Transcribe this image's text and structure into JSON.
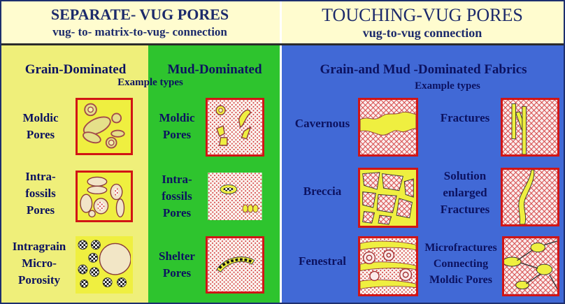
{
  "header": {
    "left_title": "SEPARATE- VUG PORES",
    "left_subtitle": "vug- to- matrix-to-vug- connection",
    "right_title": "TOUCHING-VUG PORES",
    "right_subtitle": "vug-to-vug connection"
  },
  "columns": {
    "grain_dominated": {
      "title": "Grain-Dominated",
      "example_types": "Example types",
      "items": [
        [
          "Moldic",
          "Pores"
        ],
        [
          "Intra-",
          "fossils",
          "Pores"
        ],
        [
          "Intragrain",
          "Micro-",
          "Porosity"
        ]
      ]
    },
    "mud_dominated": {
      "title": "Mud-Dominated",
      "items": [
        [
          "Moldic",
          "Pores"
        ],
        [
          "Intra-",
          "fossils",
          "Pores"
        ],
        [
          "Shelter",
          "Pores"
        ]
      ]
    },
    "touching": {
      "title": "Grain-and Mud -Dominated Fabrics",
      "example_types": "Example types",
      "left_items": [
        [
          "Cavernous"
        ],
        [
          "Breccia"
        ],
        [
          "Fenestral"
        ]
      ],
      "right_items": [
        [
          "Fractures"
        ],
        [
          "Solution",
          "enlarged",
          "Fractures"
        ],
        [
          "Microfractures",
          "Connecting",
          "Moldic Pores"
        ]
      ]
    }
  },
  "colors": {
    "grain_bg": "#efef7a",
    "mud_bg": "#2ec42e",
    "touching_bg": "#4169d6",
    "header_bg": "#fffccf",
    "tile_border": "#d11515",
    "text": "#0c1260",
    "pore_fill": "#efef40"
  }
}
